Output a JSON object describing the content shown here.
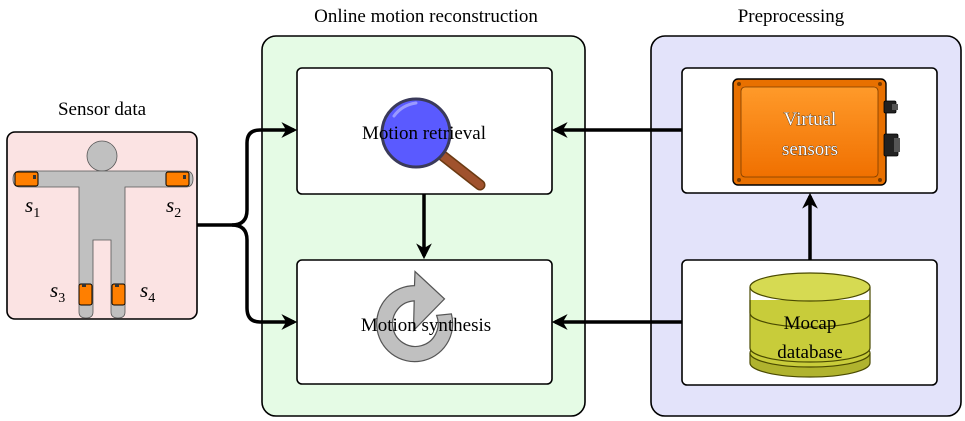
{
  "sections": {
    "sensor_title": "Sensor data",
    "online_title": "Online motion reconstruction",
    "preprocessing_title": "Preprocessing"
  },
  "sensor_labels": {
    "s1": {
      "base": "s",
      "sub": "1"
    },
    "s2": {
      "base": "s",
      "sub": "2"
    },
    "s3": {
      "base": "s",
      "sub": "3"
    },
    "s4": {
      "base": "s",
      "sub": "4"
    }
  },
  "boxes": {
    "retrieval": "Motion retrieval",
    "synthesis": "Motion synthesis",
    "virtual_line1": "Virtual",
    "virtual_line2": "sensors",
    "mocap_line1": "Mocap",
    "mocap_line2": "database"
  },
  "colors": {
    "sensor_bg": "#fbe3e3",
    "online_bg": "#e5fbe5",
    "preprocessing_bg": "#e3e3fa",
    "sensor_orange": "#ff7f00",
    "magnifier_lens": "#5a5aff",
    "magnifier_handle": "#a0522d",
    "database_yellow": "#c8cc3a",
    "body_gray": "#c0c0c0"
  },
  "icons": [
    "human-figure-icon",
    "sensor-icon",
    "magnifier-icon",
    "cycle-arrow-icon",
    "sensor-device-icon",
    "database-icon"
  ]
}
